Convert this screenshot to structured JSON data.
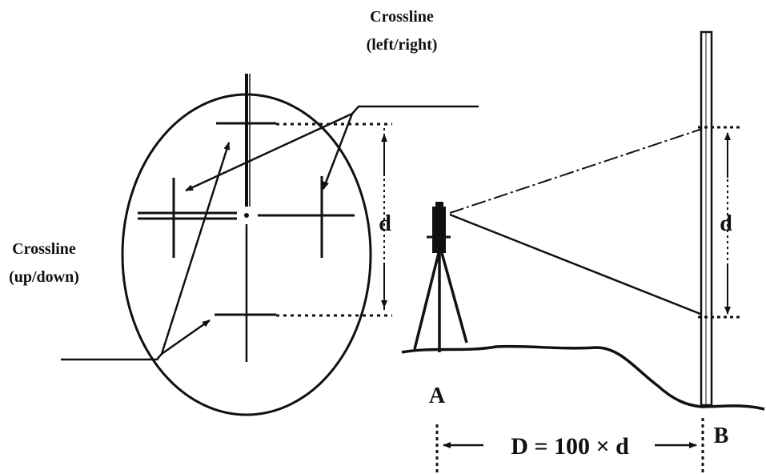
{
  "labels": {
    "crossline_lr_line1": "Crossline",
    "crossline_lr_line2": "(left/right)",
    "crossline_ud_line1": "Crossline",
    "crossline_ud_line2": "(up/down)",
    "d_reticle": "d",
    "d_staff": "d",
    "point_a": "A",
    "point_b": "B",
    "distance_formula": "D = 100 × d"
  },
  "colors": {
    "ink": "#111111",
    "background": "#ffffff"
  }
}
